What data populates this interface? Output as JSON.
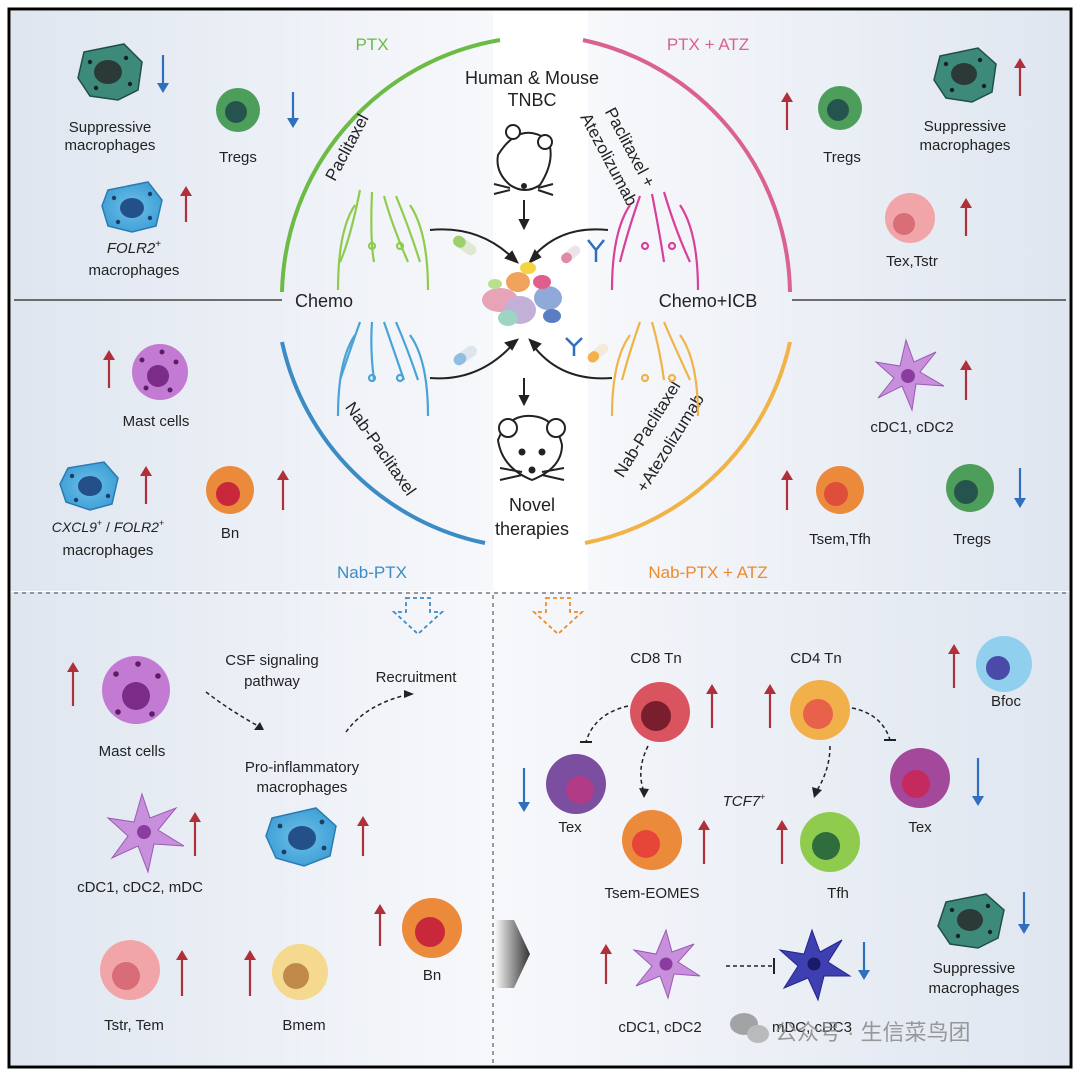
{
  "colors": {
    "ptx": "#6cbb45",
    "atz": "#d9628f",
    "nab": "#3d8bc4",
    "nabatz": "#f0b347",
    "nabatz_text": "#ec8a2c",
    "up": "#b0303a",
    "down": "#2f6fbd"
  },
  "center": {
    "title_line1": "Human & Mouse",
    "title_line2": "TNBC",
    "chemo": "Chemo",
    "chemo_icb": "Chemo+ICB",
    "novel_line1": "Novel",
    "novel_line2": "therapies"
  },
  "quadrants": {
    "ptx": {
      "title": "PTX",
      "drug": "Paclitaxel"
    },
    "ptx_atz": {
      "title": "PTX + ATZ",
      "drug_line1": "Paclitaxel +",
      "drug_line2": "Atezolizumab"
    },
    "nab_ptx": {
      "title": "Nab-PTX",
      "drug": "Nab-Paclitaxel"
    },
    "nab_ptx_atz": {
      "title": "Nab-PTX + ATZ",
      "drug_line1": "Nab-Paclitaxel",
      "drug_line2": "+Atezolizumab"
    }
  },
  "cells": {
    "supp_mac_tl_1": "Suppressive",
    "supp_mac_tl_2": "macrophages",
    "tregs_tl": "Tregs",
    "folr2_1": "FOLR2",
    "folr2_sup": "+",
    "folr2_2": "macrophages",
    "tregs_tr": "Tregs",
    "supp_mac_tr_1": "Suppressive",
    "supp_mac_tr_2": "macrophages",
    "tex_tstr": "Tex,Tstr",
    "mast_ml": "Mast cells",
    "cxcl9_a": "CXCL9",
    "cxcl9_sup": "+",
    "cxcl9_sep": " / ",
    "cxcl9_b": "FOLR2",
    "cxcl9_sup2": "+",
    "cxcl9_2": "macrophages",
    "bn_ml": "Bn",
    "cdc_mr": "cDC1, cDC2",
    "tsem_tfh": "Tsem,Tfh",
    "tregs_mr": "Tregs"
  },
  "bottom_left": {
    "csf_line1": "CSF signaling",
    "csf_line2": "pathway",
    "recruitment": "Recruitment",
    "mast": "Mast cells",
    "proinf_line1": "Pro-inflammatory",
    "proinf_line2": "macrophages",
    "cdc": "cDC1, cDC2, mDC",
    "bn": "Bn",
    "tstr_tem": "Tstr, Tem",
    "bmem": "Bmem"
  },
  "bottom_right": {
    "cd8": "CD8 Tn",
    "cd4": "CD4 Tn",
    "bfoc": "Bfoc",
    "tex_left": "Tex",
    "tex_right": "Tex",
    "tcf7": "TCF7",
    "tcf7_sup": "+",
    "tsem_eomes": "Tsem-EOMES",
    "tfh": "Tfh",
    "supp_1": "Suppressive",
    "supp_2": "macrophages",
    "cdc": "cDC1, cDC2",
    "mdc": "mDC, cDC3"
  },
  "watermark": "公众号 · 生信菜鸟团"
}
